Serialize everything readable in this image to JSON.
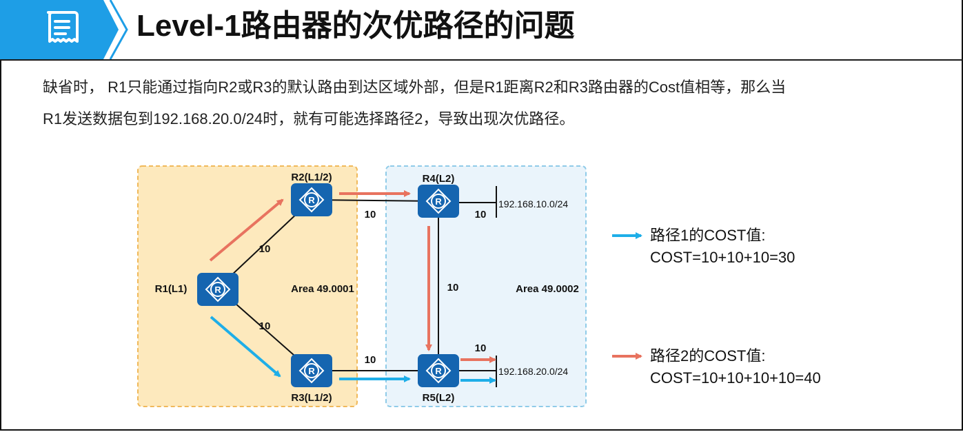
{
  "header": {
    "title": "Level-1路由器的次优路径的问题",
    "icon": "document-icon",
    "accent_color": "#1e9ee6"
  },
  "description": {
    "line1": "缺省时，  R1只能通过指向R2或R3的默认路由到达区域外部，但是R1距离R2和R3路由器的Cost值相等，那么当",
    "line2": "R1发送数据包到192.168.20.0/24时，就有可能选择路径2，导致出现次优路径。"
  },
  "areas": [
    {
      "name": "Area 49.0001",
      "fill": "#fde9bd"
    },
    {
      "name": "Area 49.0002",
      "fill": "#eaf4fb"
    }
  ],
  "routers": [
    {
      "id": "R1",
      "label": "R1(L1)"
    },
    {
      "id": "R2",
      "label": "R2(L1/2)"
    },
    {
      "id": "R3",
      "label": "R3(L1/2)"
    },
    {
      "id": "R4",
      "label": "R4(L2)"
    },
    {
      "id": "R5",
      "label": "R5(L2)"
    }
  ],
  "links": [
    {
      "from": "R1",
      "to": "R2",
      "cost": "10"
    },
    {
      "from": "R1",
      "to": "R3",
      "cost": "10"
    },
    {
      "from": "R2",
      "to": "R4",
      "cost": "10"
    },
    {
      "from": "R3",
      "to": "R5",
      "cost": "10"
    },
    {
      "from": "R4",
      "to": "R5",
      "cost": "10"
    },
    {
      "from": "R4",
      "to": "net1",
      "cost": "10"
    },
    {
      "from": "R5",
      "to": "net2",
      "cost": "10"
    }
  ],
  "networks": [
    {
      "id": "net1",
      "prefix": "192.168.10.0/24"
    },
    {
      "id": "net2",
      "prefix": "192.168.20.0/24"
    }
  ],
  "legend": {
    "path1": {
      "title": "路径1的COST值:",
      "value": "COST=10+10+10=30",
      "color": "#1eaee8"
    },
    "path2": {
      "title": "路径2的COST值:",
      "value": "COST=10+10+10+10=40",
      "color": "#e8735f"
    }
  },
  "colors": {
    "router_fill": "#1565b0",
    "link": "#111111"
  }
}
